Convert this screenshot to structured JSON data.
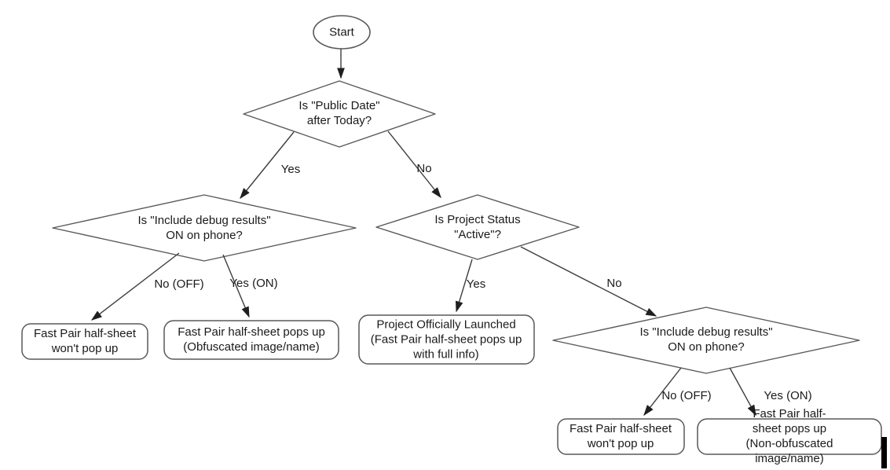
{
  "flowchart": {
    "nodes": {
      "start": {
        "label": "Start"
      },
      "public_date": {
        "label": "Is \"Public Date\"\nafter Today?"
      },
      "debug_left": {
        "label": "Is \"Include debug results\"\nON on phone?"
      },
      "project_status": {
        "label": "Is Project Status\n\"Active\"?"
      },
      "debug_right": {
        "label": "Is \"Include debug results\"\nON on phone?"
      },
      "no_popup_left": {
        "label": "Fast Pair half-sheet\nwon't pop up"
      },
      "obfuscated_popup": {
        "label": "Fast Pair half-sheet pops up\n(Obfuscated image/name)"
      },
      "launched": {
        "label": "Project Officially Launched\n(Fast Pair half-sheet pops up\nwith full info)"
      },
      "no_popup_right": {
        "label": "Fast Pair half-sheet\nwon't pop up"
      },
      "non_obfuscated_popup": {
        "label": "Fast Pair half-sheet pops up\n(Non-obfuscated image/name)"
      }
    },
    "edges": {
      "public_date_yes": "Yes",
      "public_date_no": "No",
      "debug_left_no": "No (OFF)",
      "debug_left_yes": "Yes (ON)",
      "project_status_yes": "Yes",
      "project_status_no": "No",
      "debug_right_no": "No (OFF)",
      "debug_right_yes": "Yes (ON)"
    },
    "colors": {
      "shape_stroke": "#595959",
      "edge_stroke": "#3d3d3d",
      "arrowhead": "#1f1f1f",
      "text": "#1a1a1a",
      "background": "#ffffff",
      "cursor_bar": "#000000"
    }
  }
}
